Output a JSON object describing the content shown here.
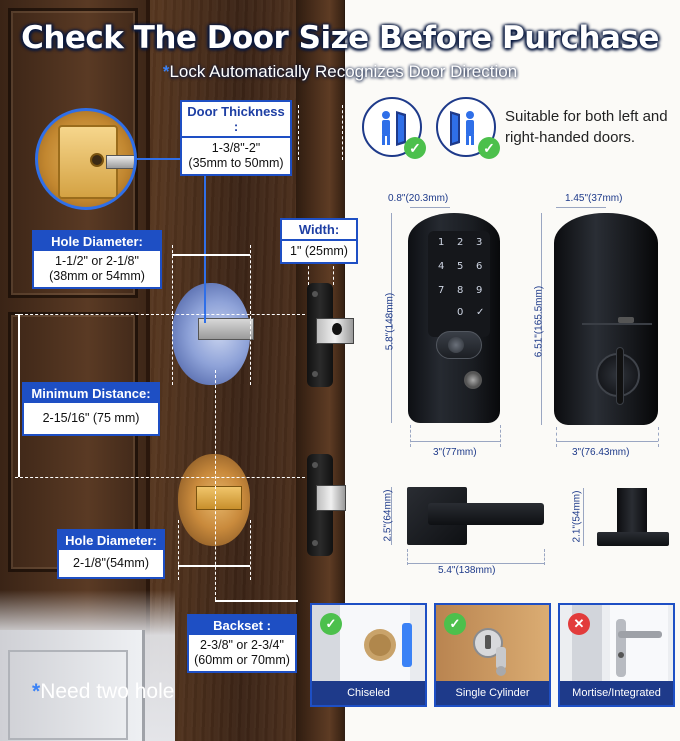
{
  "headline": "Check The Door Size Before Purchase",
  "subline": {
    "star": "*",
    "text": "Lock Automatically Recognizes Door Direction"
  },
  "door_thickness": {
    "title": "Door Thickness :",
    "line1": "1-3/8\"-2\"",
    "line2": "(35mm to 50mm)"
  },
  "hole_diameter_1": {
    "title": "Hole Diameter:",
    "line1": "1-1/2\" or 2-1/8\"",
    "line2": "(38mm or 54mm)"
  },
  "width": {
    "title": "Width:",
    "value": "1\" (25mm)"
  },
  "minimum_distance": {
    "title": "Minimum Distance:",
    "value": "2-15/16\" (75 mm)"
  },
  "hole_diameter_2": {
    "title": "Hole Diameter:",
    "value": "2-1/8\"(54mm)"
  },
  "backset": {
    "title": "Backset :",
    "line1": "2-3/8\" or 2-3/4\"",
    "line2": "(60mm or 70mm)"
  },
  "need_hole": {
    "star": "*",
    "text": "Need two hole"
  },
  "orientation": {
    "line1": "Suitable for both left and",
    "line2": "right-handed doors.",
    "check": "✓"
  },
  "dimensions": {
    "front_depth": "0.8\"(20.3mm)",
    "front_height": "5.8\"(148mm)",
    "front_width": "3\"(77mm)",
    "back_depth": "1.45\"(37mm)",
    "back_height": "6.51\"(165.5mm)",
    "back_width": "3\"(76.43mm)",
    "lever_height": "2.5\"(64mm)",
    "lever_width": "5.4\"(138mm)",
    "spindle_height": "2.1\"(54mm)"
  },
  "keypad": [
    "1",
    "2",
    "3",
    "4",
    "5",
    "6",
    "7",
    "8",
    "9",
    "0",
    "✓"
  ],
  "door_types": [
    {
      "label": "Chiseled",
      "status": "ok",
      "mark": "✓"
    },
    {
      "label": "Single Cylinder",
      "status": "ok",
      "mark": "✓"
    },
    {
      "label": "Mortise/Integrated",
      "status": "no",
      "mark": "✕"
    }
  ],
  "colors": {
    "brand_blue": "#1e4fc4",
    "navy": "#1e3a8a",
    "ok_green": "#4cc04c",
    "no_red": "#e23b3b"
  }
}
